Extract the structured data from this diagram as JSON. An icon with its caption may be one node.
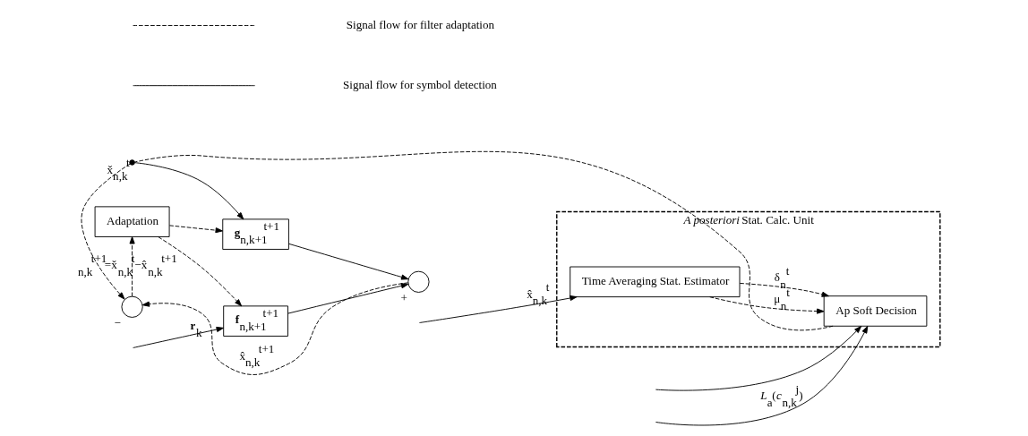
{
  "diagram": {
    "nodes": [
      {
        "text": [
          "**f**$_{n,k+1}$$^{t+1}$"
        ]
      },
      {
        "text": [],
        "shape": "circle",
        "beside": [
          "+"
        ]
      },
      {
        "text": [
          "Adaptation"
        ]
      },
      {
        "text": [
          "**g**$_{n,k+1}$$^{t+1}$"
        ]
      },
      {
        "text": [],
        "shape": "circle",
        "beside": [
          "−"
        ]
      },
      {
        "text": [
          "*A posteriori* Stat. Calc. Unit"
        ]
      },
      {
        "text": [
          "Time Averaging Stat. Estimator"
        ],
        "in": 5
      },
      {
        "text": [
          "Ap Soft Decision"
        ],
        "in": 5
      },
      {
        "text": [],
        "shape": "circle",
        "beside": [
          "x̌$_{n,k}$$^{t}$"
        ]
      }
    ],
    "edges": [
      {
        "from": null,
        "to": 0,
        "arrow": "to",
        "label": "**r**$_{k}$"
      },
      {
        "from": 0,
        "to": 1,
        "arrow": "to"
      },
      {
        "from": 3,
        "to": 1,
        "arrow": "to"
      },
      {
        "from": 1,
        "to": 4,
        "arrow": "to",
        "style": "dashed",
        "label": "x̂$_{n,k}$$^{t+1}$"
      },
      {
        "from": 2,
        "to": 0,
        "arrow": "to",
        "style": "dashed"
      },
      {
        "from": 2,
        "to": 3,
        "arrow": "to",
        "style": "dashed"
      },
      {
        "from": 4,
        "to": 2,
        "arrow": "to",
        "style": "dashed",
        "label": "*e*$_{n,k}$$^{t+1}$=x̌$_{n,k}$$^{t}$−x̂$_{n,k}$$^{t+1}$"
      },
      {
        "from": 8,
        "to": 3,
        "arrow": "to"
      },
      {
        "from": 8,
        "to": 4,
        "arrow": "to",
        "style": "dashed"
      },
      {
        "from": 7,
        "to": 8,
        "arrow": "none",
        "style": "dashed"
      },
      {
        "from": 6,
        "to": 7,
        "arrow": "to",
        "style": "dashed",
        "label": "μ$_{n}$$^{t}$"
      },
      {
        "from": 6,
        "to": 7,
        "arrow": "to",
        "style": "dashed",
        "label": "δ$_{n}$$^{t}$"
      },
      {
        "from": null,
        "to": 6,
        "arrow": "to",
        "label": "x̂$_{n,k}$$^{t}$"
      },
      {
        "from": null,
        "to": 7,
        "arrow": "to"
      },
      {
        "from": null,
        "to": 7,
        "arrow": "to",
        "label": "*L*$_{a}$(*c*$_{n,k}$$^{j}$)"
      }
    ],
    "legend": [
      {
        "text": "Signal flow for filter adaptation"
      },
      {
        "text": "Signal flow for symbol detection"
      }
    ]
  }
}
